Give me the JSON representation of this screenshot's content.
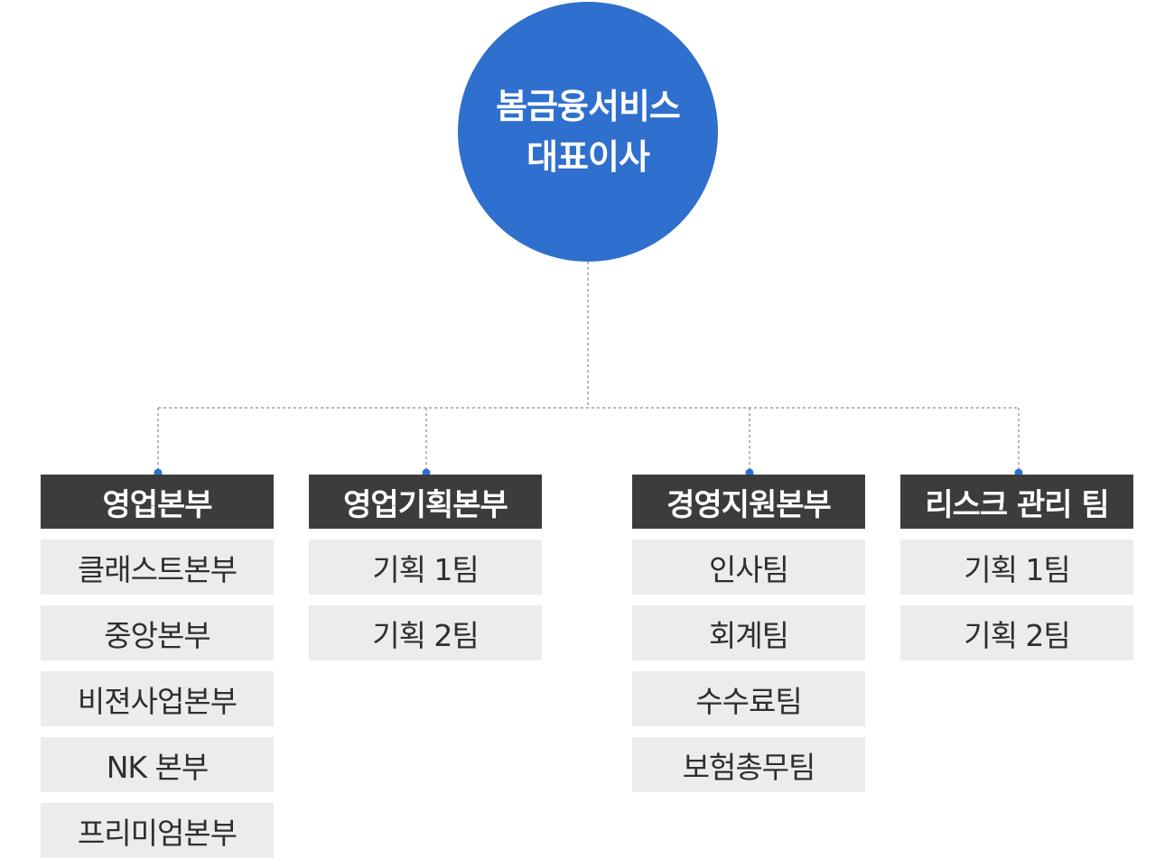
{
  "root": {
    "line1": "봄금융서비스",
    "line2": "대표이사",
    "color": "#2f6fcd"
  },
  "departments": [
    {
      "title": "영업본부",
      "teams": [
        "클래스트본부",
        "중앙본부",
        "비젼사업본부",
        "NK 본부",
        "프리미엄본부"
      ]
    },
    {
      "title": "영업기획본부",
      "teams": [
        "기획 1팀",
        "기획 2팀"
      ]
    },
    {
      "title": "경영지원본부",
      "teams": [
        "인사팀",
        "회계팀",
        "수수료팀",
        "보험총무팀"
      ]
    },
    {
      "title": "리스크 관리 팀",
      "teams": [
        "기획 1팀",
        "기획 2팀"
      ]
    }
  ],
  "colors": {
    "header_bg": "#3c3c3c",
    "team_bg": "#ececec",
    "accent": "#2f6fcd"
  }
}
